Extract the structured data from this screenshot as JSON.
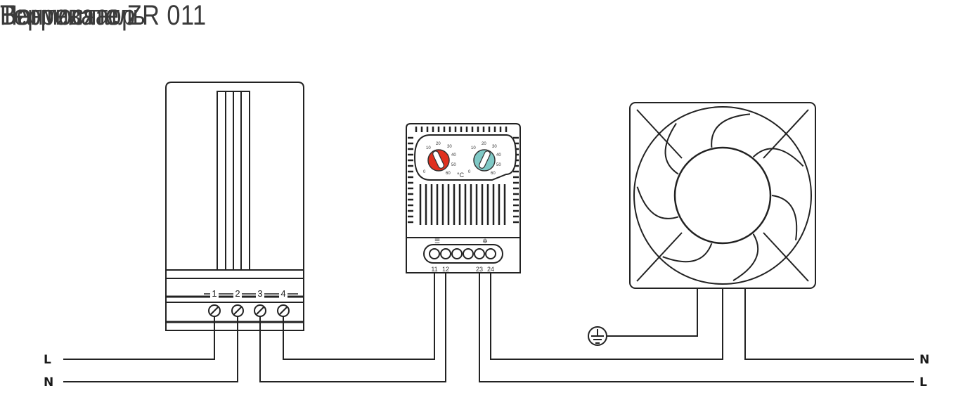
{
  "titles": {
    "heater": "Нагреватель",
    "thermostat": "Термостат ZR 011",
    "fan": "Вентилятор"
  },
  "heater": {
    "terminals": [
      "1",
      "2",
      "3",
      "4"
    ]
  },
  "thermostat": {
    "terminals_left": [
      "11",
      "12"
    ],
    "terminals_right": [
      "23",
      "24"
    ],
    "unit": "°C",
    "heat_symbol": "☰",
    "cool_symbol": "✲",
    "heat_dial": {
      "color": "#e0301e",
      "scale": [
        "10",
        "20",
        "30",
        "40",
        "50",
        "60",
        "0"
      ]
    },
    "cool_dial": {
      "color": "#7fc9c6",
      "scale": [
        "10",
        "20",
        "30",
        "40",
        "50",
        "60",
        "0"
      ]
    }
  },
  "lines": {
    "left_top": "L",
    "left_bottom": "N",
    "right_top": "N",
    "right_bottom": "L"
  },
  "ground_symbol": "⏚"
}
